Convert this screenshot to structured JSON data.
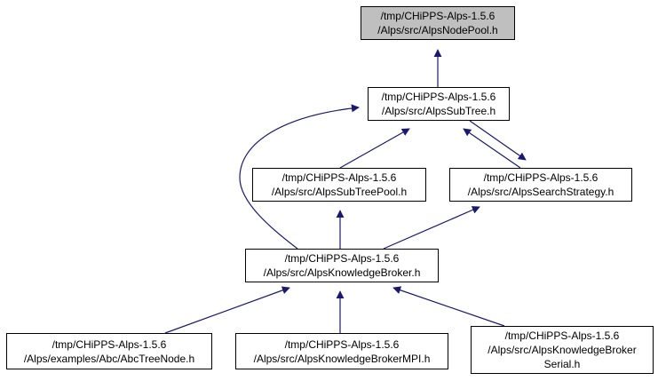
{
  "colors": {
    "edge": "#191970",
    "current_fill": "#bfbfbf",
    "node_fill": "#ffffff",
    "border": "#000000"
  },
  "nodes": [
    {
      "id": "nodepool",
      "lines": [
        "/tmp/CHiPPS-Alps-1.5.6",
        "/Alps/src/AlpsNodePool.h"
      ],
      "current": true
    },
    {
      "id": "subtree",
      "lines": [
        "/tmp/CHiPPS-Alps-1.5.6",
        "/Alps/src/AlpsSubTree.h"
      ]
    },
    {
      "id": "subtreepool",
      "lines": [
        "/tmp/CHiPPS-Alps-1.5.6",
        "/Alps/src/AlpsSubTreePool.h"
      ]
    },
    {
      "id": "searchstrategy",
      "lines": [
        "/tmp/CHiPPS-Alps-1.5.6",
        "/Alps/src/AlpsSearchStrategy.h"
      ]
    },
    {
      "id": "knowledgebroker",
      "lines": [
        "/tmp/CHiPPS-Alps-1.5.6",
        "/Alps/src/AlpsKnowledgeBroker.h"
      ]
    },
    {
      "id": "abctreenode",
      "lines": [
        "/tmp/CHiPPS-Alps-1.5.6",
        "/Alps/examples/Abc/AbcTreeNode.h"
      ]
    },
    {
      "id": "brokermpi",
      "lines": [
        "/tmp/CHiPPS-Alps-1.5.6",
        "/Alps/src/AlpsKnowledgeBrokerMPI.h"
      ]
    },
    {
      "id": "brokerserial",
      "lines": [
        "/tmp/CHiPPS-Alps-1.5.6",
        "/Alps/src/AlpsKnowledgeBroker",
        "Serial.h"
      ]
    }
  ],
  "edges": [
    {
      "from": "subtree",
      "to": "nodepool"
    },
    {
      "from": "subtreepool",
      "to": "subtree"
    },
    {
      "from": "searchstrategy",
      "to": "subtree"
    },
    {
      "from": "subtree",
      "to": "searchstrategy"
    },
    {
      "from": "knowledgebroker",
      "to": "subtree"
    },
    {
      "from": "knowledgebroker",
      "to": "subtreepool"
    },
    {
      "from": "knowledgebroker",
      "to": "searchstrategy"
    },
    {
      "from": "abctreenode",
      "to": "knowledgebroker"
    },
    {
      "from": "brokermpi",
      "to": "knowledgebroker"
    },
    {
      "from": "brokerserial",
      "to": "knowledgebroker"
    }
  ]
}
